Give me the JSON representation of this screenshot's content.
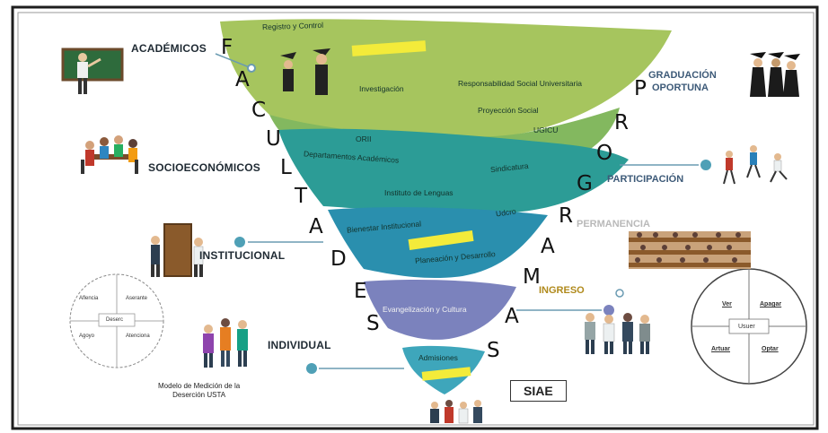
{
  "left_categories": {
    "academicos": "ACADÉMICOS",
    "socioeconomicos": "SOCIOECONÓMICOS",
    "institucional": "INSTITUCIONAL",
    "individual": "INDIVIDUAL"
  },
  "right_categories": {
    "graduacion_1": "GRADUACIÓN",
    "graduacion_2": "OPORTUNA",
    "participacion": "PARTICIPACIÓN",
    "permanencia": "PERMANENCIA",
    "ingreso": "INGRESO"
  },
  "vertical_words": {
    "facultades": [
      "F",
      "A",
      "C",
      "U",
      "L",
      "T",
      "A",
      "D",
      "E",
      "S"
    ],
    "programas": [
      "P",
      "R",
      "O",
      "G",
      "R",
      "A",
      "M",
      "A",
      "S"
    ]
  },
  "funnel_labels": {
    "registro": "Registro y Control",
    "investigacion": "Investigación",
    "rsu": "Responsabilidad Social Universitaria",
    "proyeccion": "Proyección Social",
    "ugicu": "UGICU",
    "orii": "ORII",
    "departamentos": "Departamentos Académicos",
    "sindicatura": "Sindicatura",
    "instituto": "Instituto de Lenguas",
    "udcro": "Udcro",
    "bienestar": "Bienestar Institucional",
    "planeacion": "Planeación y Desarrollo",
    "evangelizacion": "Evangelización y Cultura",
    "admisiones": "Admisiones"
  },
  "bottom_left_note": [
    "Modelo de Medición de la",
    "Deserción USTA"
  ],
  "siae": "SIAE",
  "left_circle": {
    "center": "Deserc",
    "q1": "Aflencia",
    "q2": "Aserante",
    "q3": "Agoyo",
    "q4": "Atenciona"
  },
  "right_circle": {
    "center": "Usuer",
    "q1": "Ver",
    "q2": "Apagar",
    "q3": "Artuar",
    "q4": "Optar"
  },
  "colors": {
    "band1": "#a9c760",
    "band2": "#8fbf69",
    "band3": "#2f9f9a",
    "band4": "#2790b2",
    "band5": "#7d86bf",
    "band6": "#3fa9bd",
    "connector": "#6a9bb2",
    "highlight": "#f6ee3a"
  }
}
